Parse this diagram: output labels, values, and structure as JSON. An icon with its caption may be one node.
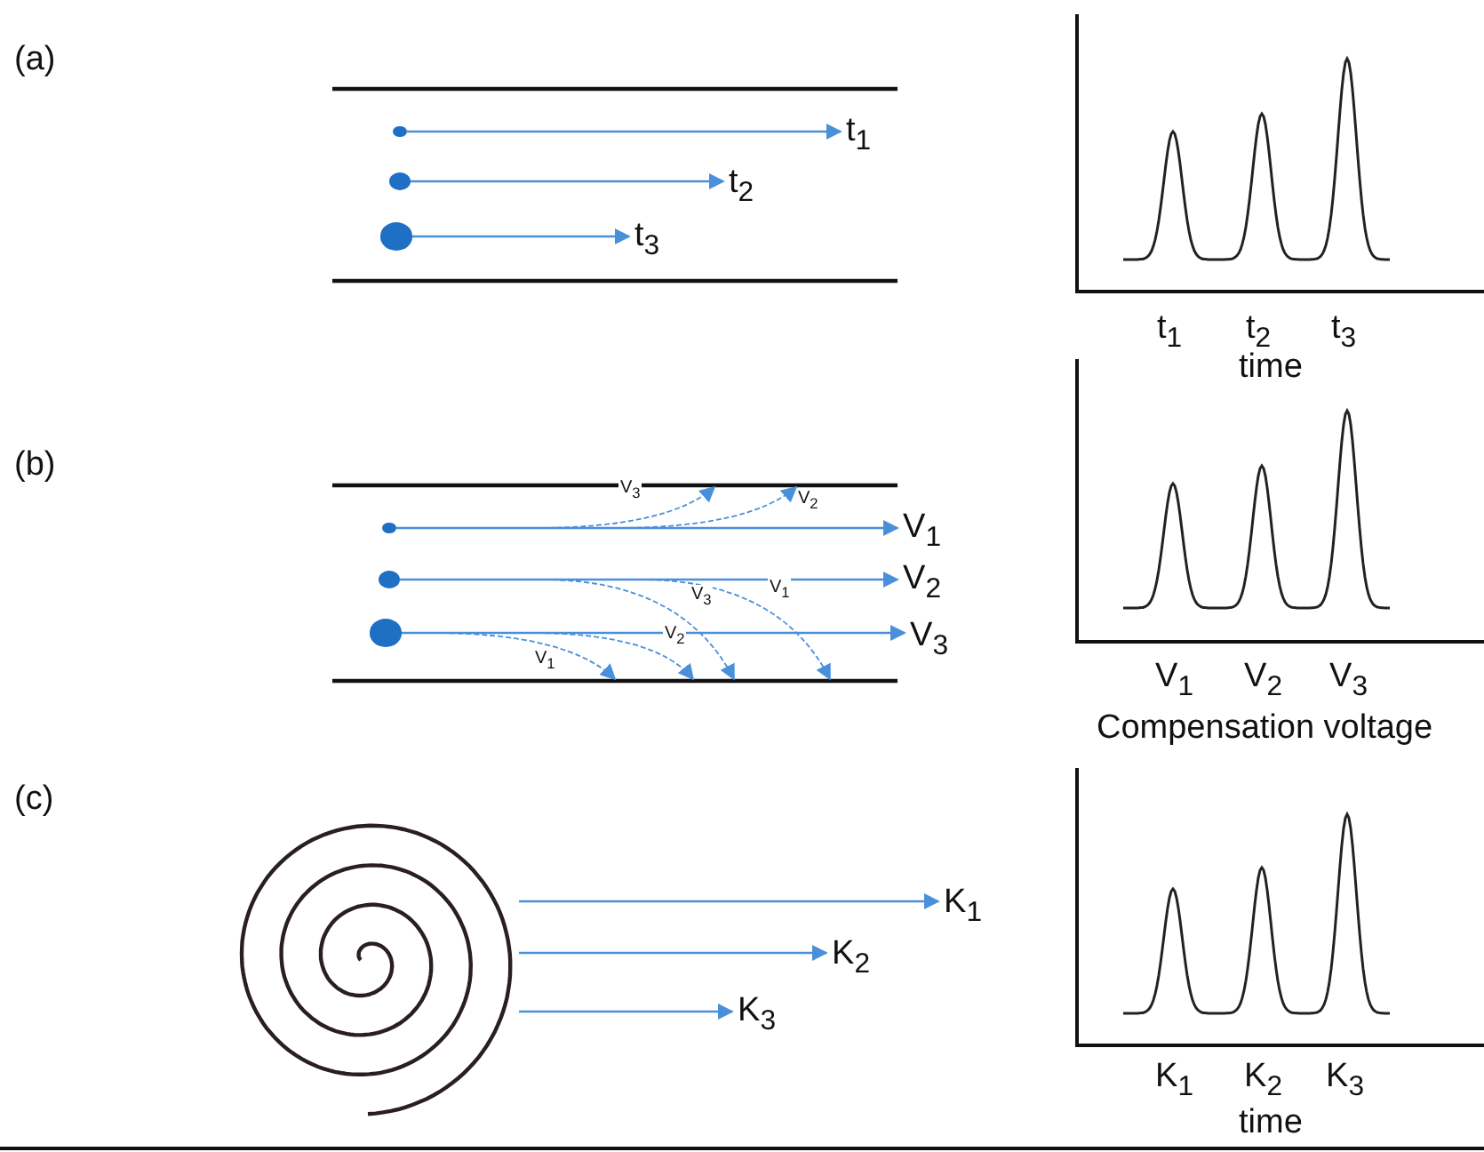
{
  "diagram": {
    "nodes": [
      {
        "text": [],
        "shape": "circle"
      },
      {
        "text": [
          "t$_{1}$"
        ]
      },
      {
        "text": [],
        "shape": "circle"
      },
      {
        "text": [
          "t$_{2}$"
        ]
      },
      {
        "text": [],
        "shape": "circle"
      },
      {
        "text": [
          "t$_{3}$"
        ]
      },
      {
        "text": [],
        "shape": "circle"
      },
      {
        "text": [
          "V$_{1}$"
        ]
      },
      {
        "text": [],
        "shape": "circle"
      },
      {
        "text": [
          "V$_{2}$"
        ]
      },
      {
        "text": [],
        "shape": "circle"
      },
      {
        "text": [
          "V$_{3}$"
        ]
      },
      {
        "text": [],
        "shape": "spiral"
      },
      {
        "text": [
          "K$_{1}$"
        ]
      },
      {
        "text": [
          "K$_{2}$"
        ]
      },
      {
        "text": [
          "K$_{3}$"
        ]
      }
    ],
    "edges": [
      {
        "from": 0,
        "to": 1,
        "arrow": "to",
        "color": "#4a8fd9"
      },
      {
        "from": 2,
        "to": 3,
        "arrow": "to",
        "color": "#4a8fd9"
      },
      {
        "from": 4,
        "to": 5,
        "arrow": "to",
        "color": "#4a8fd9"
      },
      {
        "from": 6,
        "to": 7,
        "arrow": "to",
        "color": "#4a8fd9"
      },
      {
        "from": 6,
        "to": null,
        "arrow": "to",
        "label": "V$_{3}$",
        "style": "dashed",
        "color": "#4a8fd9"
      },
      {
        "from": 6,
        "to": null,
        "arrow": "to",
        "label": "V$_{2}$",
        "style": "dashed",
        "color": "#4a8fd9"
      },
      {
        "from": 8,
        "to": 9,
        "arrow": "to",
        "color": "#4a8fd9"
      },
      {
        "from": 8,
        "to": null,
        "arrow": "to",
        "label": "V$_{3}$",
        "style": "dashed",
        "color": "#4a8fd9"
      },
      {
        "from": 8,
        "to": null,
        "arrow": "to",
        "label": "V$_{1}$",
        "style": "dashed",
        "color": "#4a8fd9"
      },
      {
        "from": 10,
        "to": 11,
        "arrow": "to",
        "color": "#4a8fd9"
      },
      {
        "from": 10,
        "to": null,
        "arrow": "to",
        "label": "V$_{1}$",
        "style": "dashed",
        "color": "#4a8fd9"
      },
      {
        "from": 10,
        "to": null,
        "arrow": "to",
        "label": "V$_{2}$",
        "style": "dashed",
        "color": "#4a8fd9"
      },
      {
        "from": 12,
        "to": 13,
        "arrow": "to",
        "color": "#4a8fd9"
      },
      {
        "from": 12,
        "to": 14,
        "arrow": "to",
        "color": "#4a8fd9"
      },
      {
        "from": 12,
        "to": 15,
        "arrow": "to",
        "color": "#4a8fd9"
      }
    ],
    "labels": [
      "(a)",
      "t$_{1}$",
      "t$_{2}$",
      "t$_{3}$",
      "time",
      "(b)",
      "V$_{1}$",
      "V$_{2}$",
      "V$_{3}$",
      "Compensation voltage",
      "(c)",
      "K$_{1}$",
      "K$_{2}$",
      "K$_{3}$",
      "time"
    ]
  }
}
